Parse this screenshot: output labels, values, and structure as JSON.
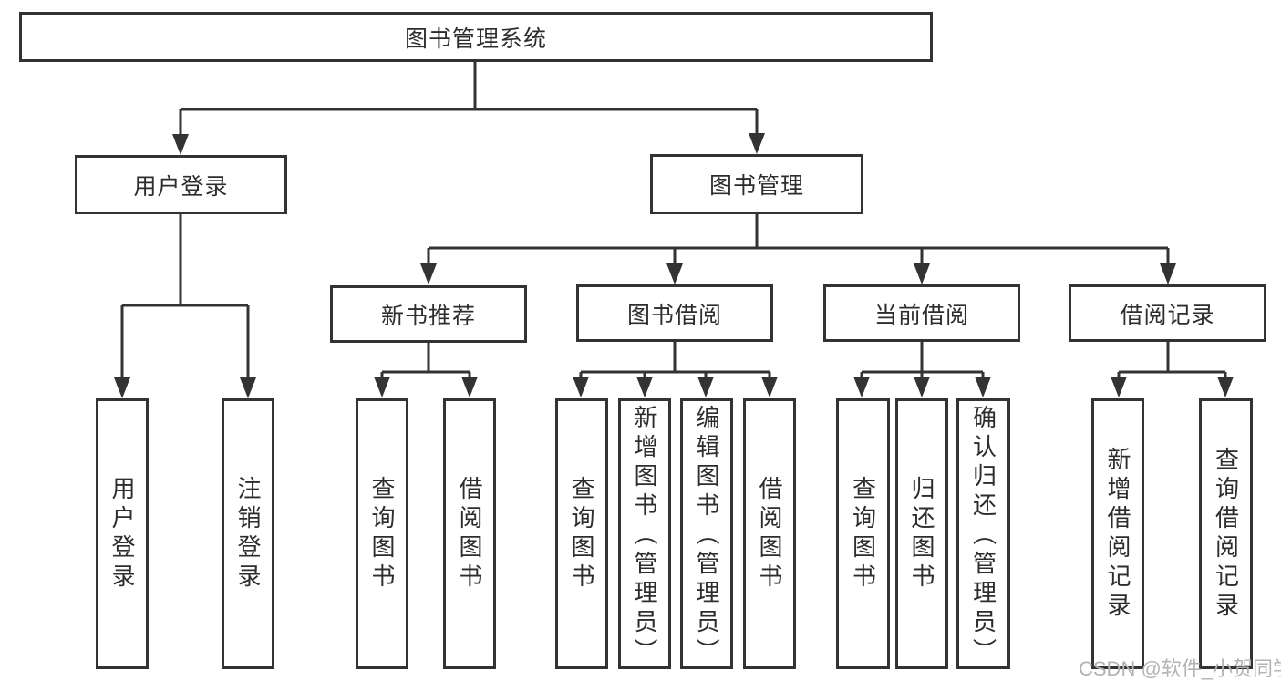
{
  "tree": {
    "root": "图书管理系统",
    "level2": [
      "用户登录",
      "图书管理"
    ],
    "level3": [
      "新书推荐",
      "图书借阅",
      "当前借阅",
      "借阅记录"
    ],
    "leaves": {
      "user_login": [
        "用户登录",
        "注销登录"
      ],
      "new_book_recommend": [
        "查询图书",
        "借阅图书"
      ],
      "book_borrowing": [
        "查询图书",
        "新增图书（管理员）",
        "编辑图书（管理员）",
        "借阅图书"
      ],
      "current_borrowing": [
        "查询图书",
        "归还图书",
        "确认归还（管理员）"
      ],
      "borrowing_records": [
        "新增借阅记录",
        "查询借阅记录"
      ]
    }
  },
  "watermark": "CSDN @软件_小贺同学",
  "colors": {
    "line": "#333333",
    "text": "#2d2d2d",
    "watermark": "#b3b3b3",
    "background": "#ffffff"
  }
}
